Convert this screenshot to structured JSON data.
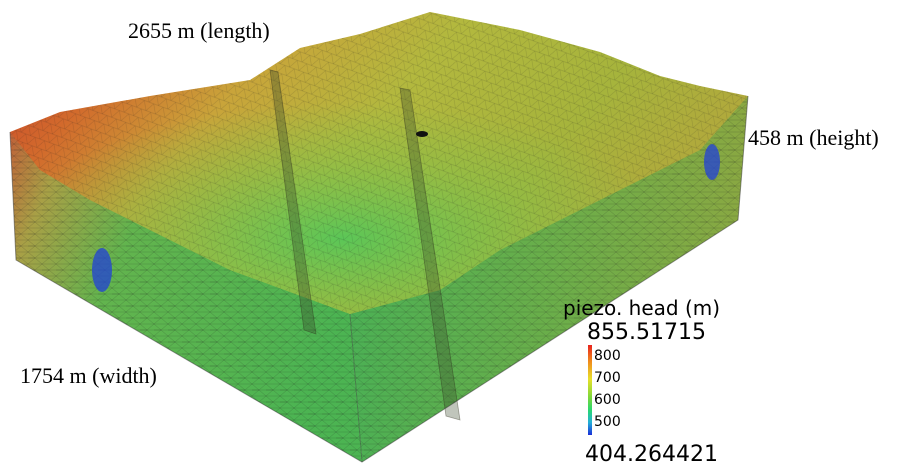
{
  "labels": {
    "length": "2655 m (length)",
    "height": "458 m (height)",
    "width": "1754 m (width)"
  },
  "legend": {
    "title": "piezo. head (m)",
    "max": "855.51715",
    "min": "404.264421",
    "ticks": [
      "800",
      "700",
      "600",
      "500"
    ]
  },
  "colors": {
    "high": "#e8221e",
    "mid": "#e8e02a",
    "low_green": "#2ad86e",
    "low": "#1a2ed8"
  }
}
